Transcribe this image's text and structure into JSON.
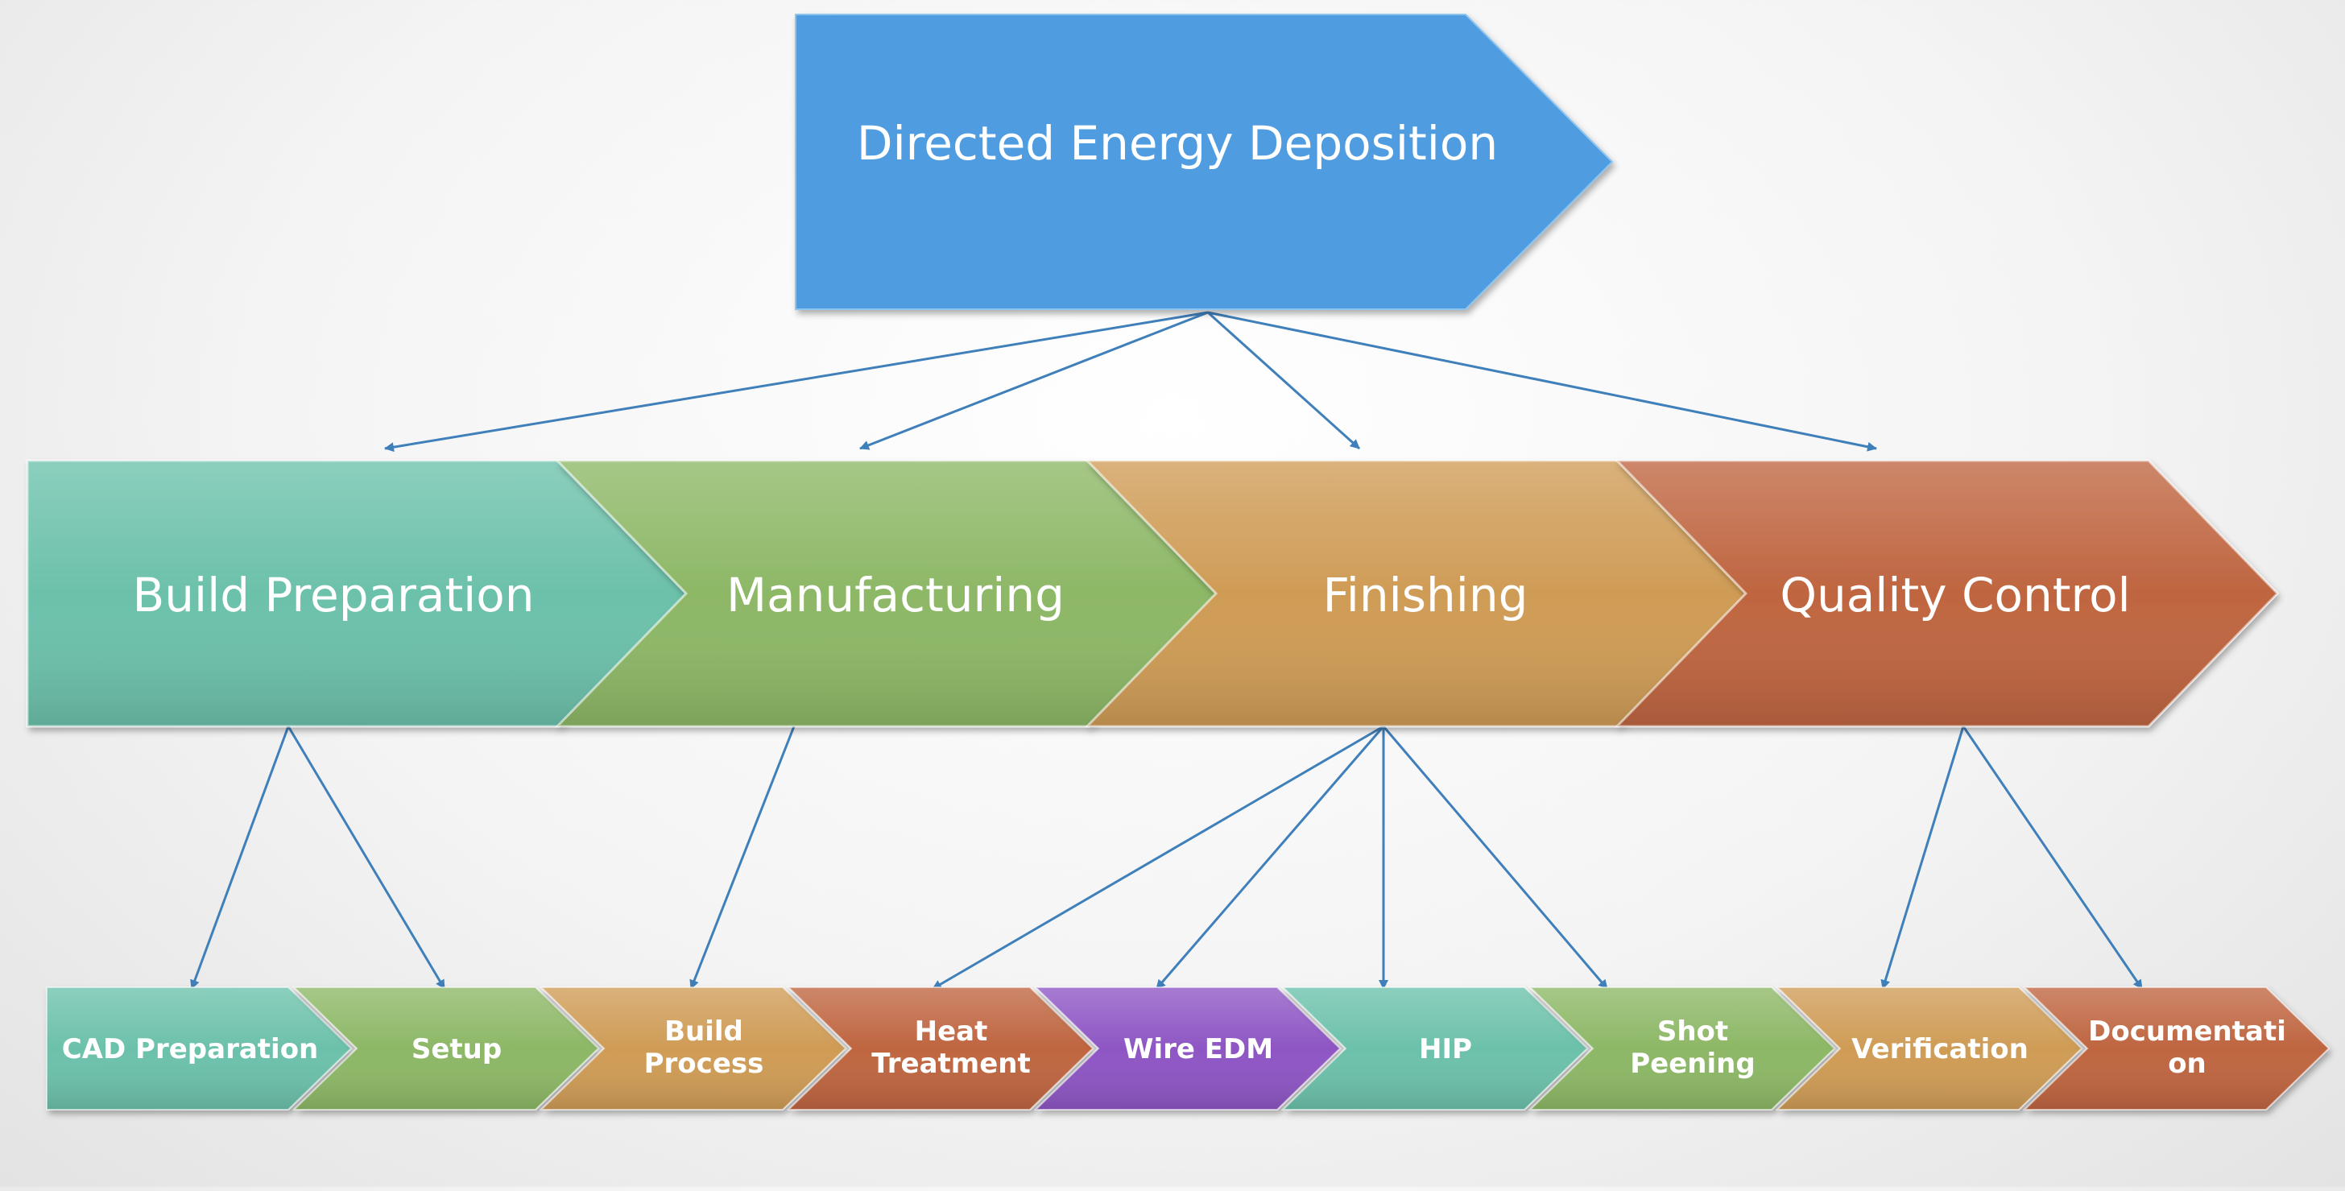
{
  "title": "Directed Energy Deposition",
  "phases": [
    {
      "label": "Build Preparation",
      "color": "#6cc1ab"
    },
    {
      "label": "Manufacturing",
      "color": "#8db866"
    },
    {
      "label": "Finishing",
      "color": "#cf9c56"
    },
    {
      "label": "Quality Control",
      "color": "#bf6540"
    }
  ],
  "steps": [
    {
      "lines": [
        "CAD Preparation"
      ],
      "color": "#6cc1ab",
      "phase": 0
    },
    {
      "lines": [
        "Setup"
      ],
      "color": "#8db866",
      "phase": 0
    },
    {
      "lines": [
        "Build",
        "Process"
      ],
      "color": "#cf9c56",
      "phase": 1
    },
    {
      "lines": [
        "Heat",
        "Treatment"
      ],
      "color": "#bf6540",
      "phase": 2
    },
    {
      "lines": [
        "Wire EDM"
      ],
      "color": "#8e56c4",
      "phase": 2
    },
    {
      "lines": [
        "HIP"
      ],
      "color": "#6cc1ab",
      "phase": 2
    },
    {
      "lines": [
        "Shot",
        "Peening"
      ],
      "color": "#8db866",
      "phase": 2
    },
    {
      "lines": [
        "Verification"
      ],
      "color": "#cf9c56",
      "phase": 3
    },
    {
      "lines": [
        "Documentati",
        "on"
      ],
      "color": "#bf6540",
      "phase": 3
    }
  ],
  "title_color": "#4f9de0"
}
